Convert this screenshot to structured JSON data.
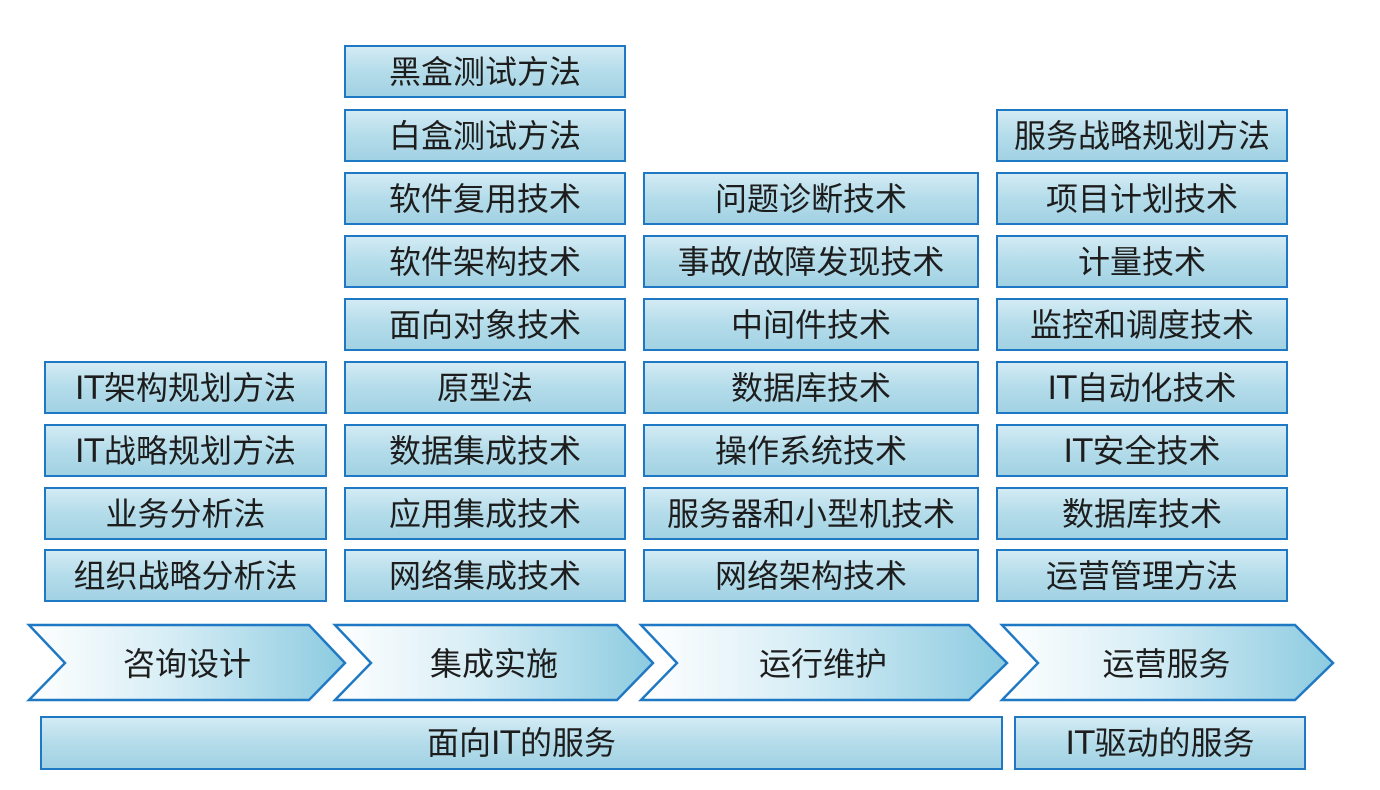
{
  "columns": {
    "consult": [
      "IT架构规划方法",
      "IT战略规划方法",
      "业务分析法",
      "组织战略分析法"
    ],
    "integrate": [
      "黑盒测试方法",
      "白盒测试方法",
      "软件复用技术",
      "软件架构技术",
      "面向对象技术",
      "原型法",
      "数据集成技术",
      "应用集成技术",
      "网络集成技术"
    ],
    "maintain": [
      "问题诊断技术",
      "事故/故障发现技术",
      "中间件技术",
      "数据库技术",
      "操作系统技术",
      "服务器和小型机技术",
      "网络架构技术"
    ],
    "operate": [
      "服务战略规划方法",
      "项目计划技术",
      "计量技术",
      "监控和调度技术",
      "IT自动化技术",
      "IT安全技术",
      "数据库技术",
      "运营管理方法"
    ]
  },
  "stages": [
    "咨询设计",
    "集成实施",
    "运行维护",
    "运营服务"
  ],
  "bases": {
    "it_oriented": "面向IT的服务",
    "it_driven": "IT驱动的服务"
  },
  "colors": {
    "border": "#1f78c4",
    "fill_light": "#d3ebf4",
    "fill_dark": "#a2d2e3",
    "text": "#1d1d1d"
  }
}
